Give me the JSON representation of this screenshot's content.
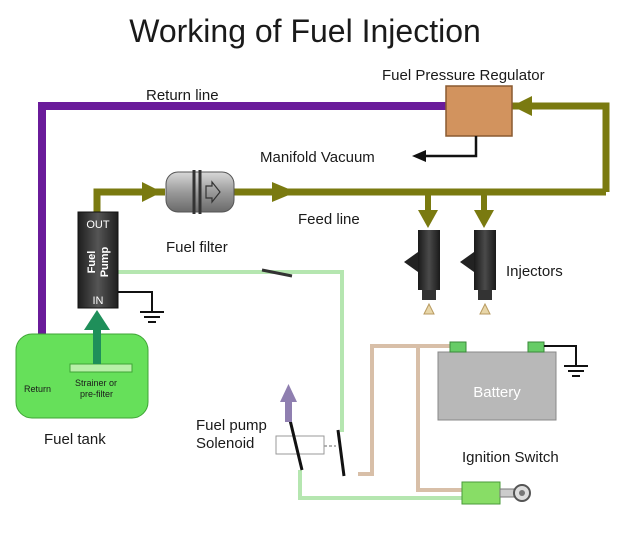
{
  "title": "Working of Fuel Injection",
  "labels": {
    "return_line": "Return line",
    "fuel_pressure_regulator": "Fuel Pressure Regulator",
    "manifold_vacuum": "Manifold Vacuum",
    "feed_line": "Feed line",
    "fuel_filter": "Fuel filter",
    "injectors": "Injectors",
    "pump_out": "OUT",
    "pump_name_1": "Fuel",
    "pump_name_2": "Pump",
    "pump_in": "IN",
    "tank_return": "Return",
    "strainer_1": "Strainer or",
    "strainer_2": "pre-filter",
    "fuel_tank": "Fuel tank",
    "battery": "Battery",
    "solenoid_1": "Fuel pump",
    "solenoid_2": "Solenoid",
    "ignition_switch": "Ignition Switch"
  },
  "colors": {
    "return_line": "#6a1b9a",
    "feed_line": "#7a7a10",
    "wire": "#b5e6b0",
    "wire_tan": "#d8bfa8",
    "fuel_tank": "#66e05a",
    "regulator": "#d2935e",
    "battery": "#b8b8b8",
    "pump": "#3a3a3a",
    "pump_arrow": "#1f8f5a",
    "solenoid_arrow": "#8f7fb0",
    "ignition_switch": "#88dd66"
  }
}
